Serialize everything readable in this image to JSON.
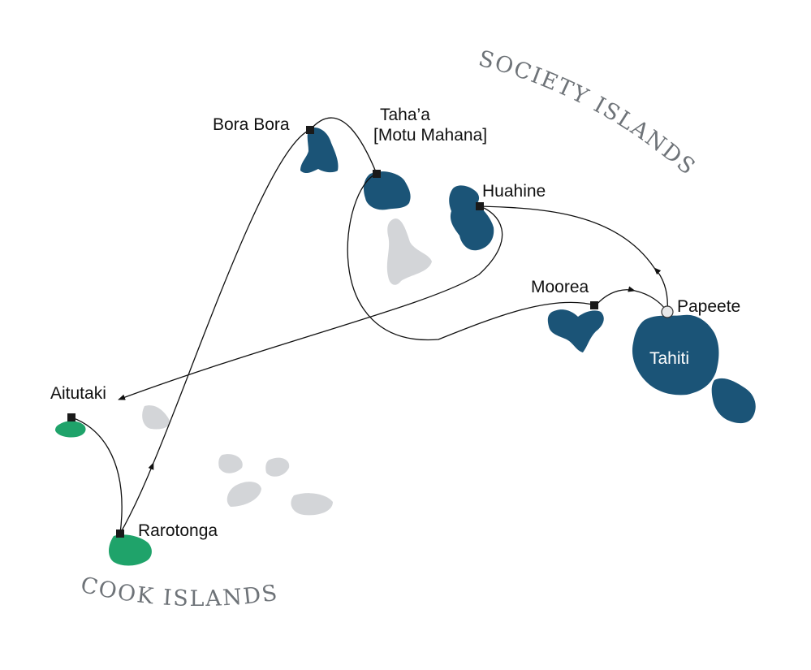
{
  "colors": {
    "society_islands": "#1b5477",
    "cook_islands": "#1fa36a",
    "other_islands": "#d3d5d8",
    "route": "#111111",
    "port_marker": "#1a1a1a",
    "home_port_marker": "#e8e9ea"
  },
  "regions": {
    "society": "SOCIETY ISLANDS",
    "cook": "COOK ISLANDS"
  },
  "ports": {
    "bora_bora": "Bora Bora",
    "tahaa": "Taha’a",
    "tahaa_sub": "[Motu Mahana]",
    "huahine": "Huahine",
    "moorea": "Moorea",
    "papeete": "Papeete",
    "tahiti": "Tahiti",
    "aitutaki": "Aitutaki",
    "rarotonga": "Rarotonga"
  },
  "icons": {
    "port_marker": "square-port-icon",
    "home_port_marker": "circle-port-icon",
    "route_arrow": "arrowhead-icon"
  }
}
